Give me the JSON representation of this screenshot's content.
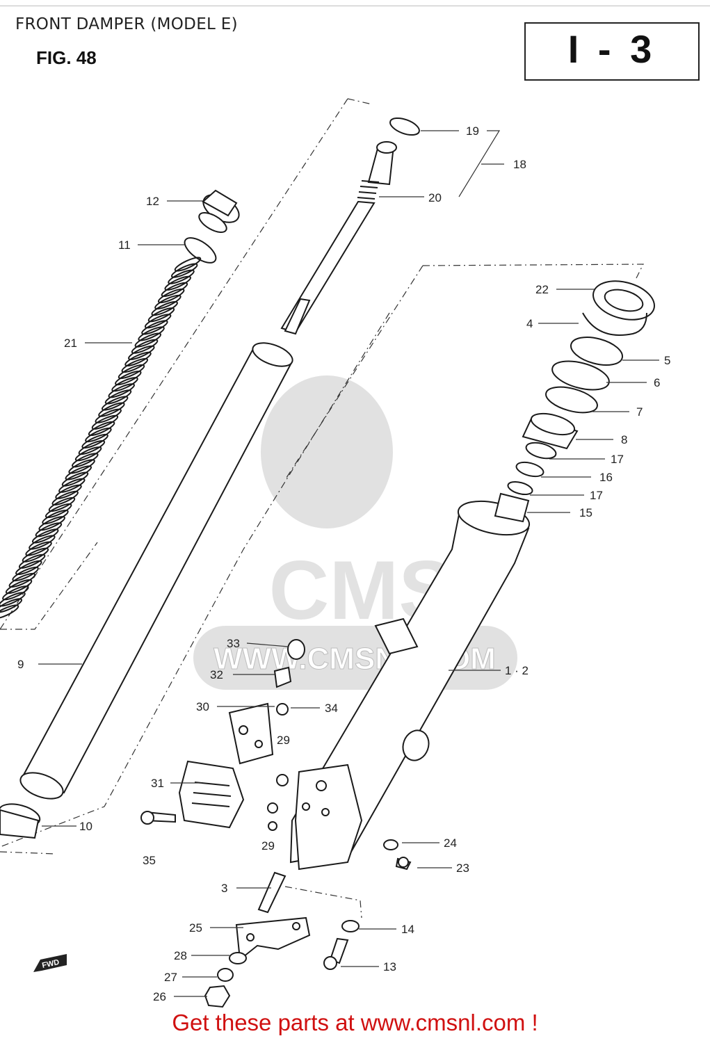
{
  "header": {
    "title": "FRONT DAMPER (MODEL E)",
    "figure": "FIG. 48",
    "section": "I - 3"
  },
  "watermark": {
    "brand": "CMS",
    "url": "WWW.CMSNL.COM"
  },
  "direction_marker": "FWD",
  "part_labels": {
    "p1_2": "1 · 2",
    "p3": "3",
    "p4": "4",
    "p5": "5",
    "p6": "6",
    "p7": "7",
    "p8": "8",
    "p9": "9",
    "p10": "10",
    "p11": "11",
    "p12": "12",
    "p13": "13",
    "p14": "14",
    "p15": "15",
    "p16": "16",
    "p17a": "17",
    "p17b": "17",
    "p18": "18",
    "p19": "19",
    "p20": "20",
    "p21": "21",
    "p22": "22",
    "p23": "23",
    "p24": "24",
    "p25": "25",
    "p26": "26",
    "p27": "27",
    "p28": "28",
    "p29a": "29",
    "p29b": "29",
    "p30": "30",
    "p31": "31",
    "p32": "32",
    "p33": "33",
    "p34": "34",
    "p35": "35"
  },
  "footer": {
    "text": "Get these parts at www.cmsnl.com !"
  }
}
